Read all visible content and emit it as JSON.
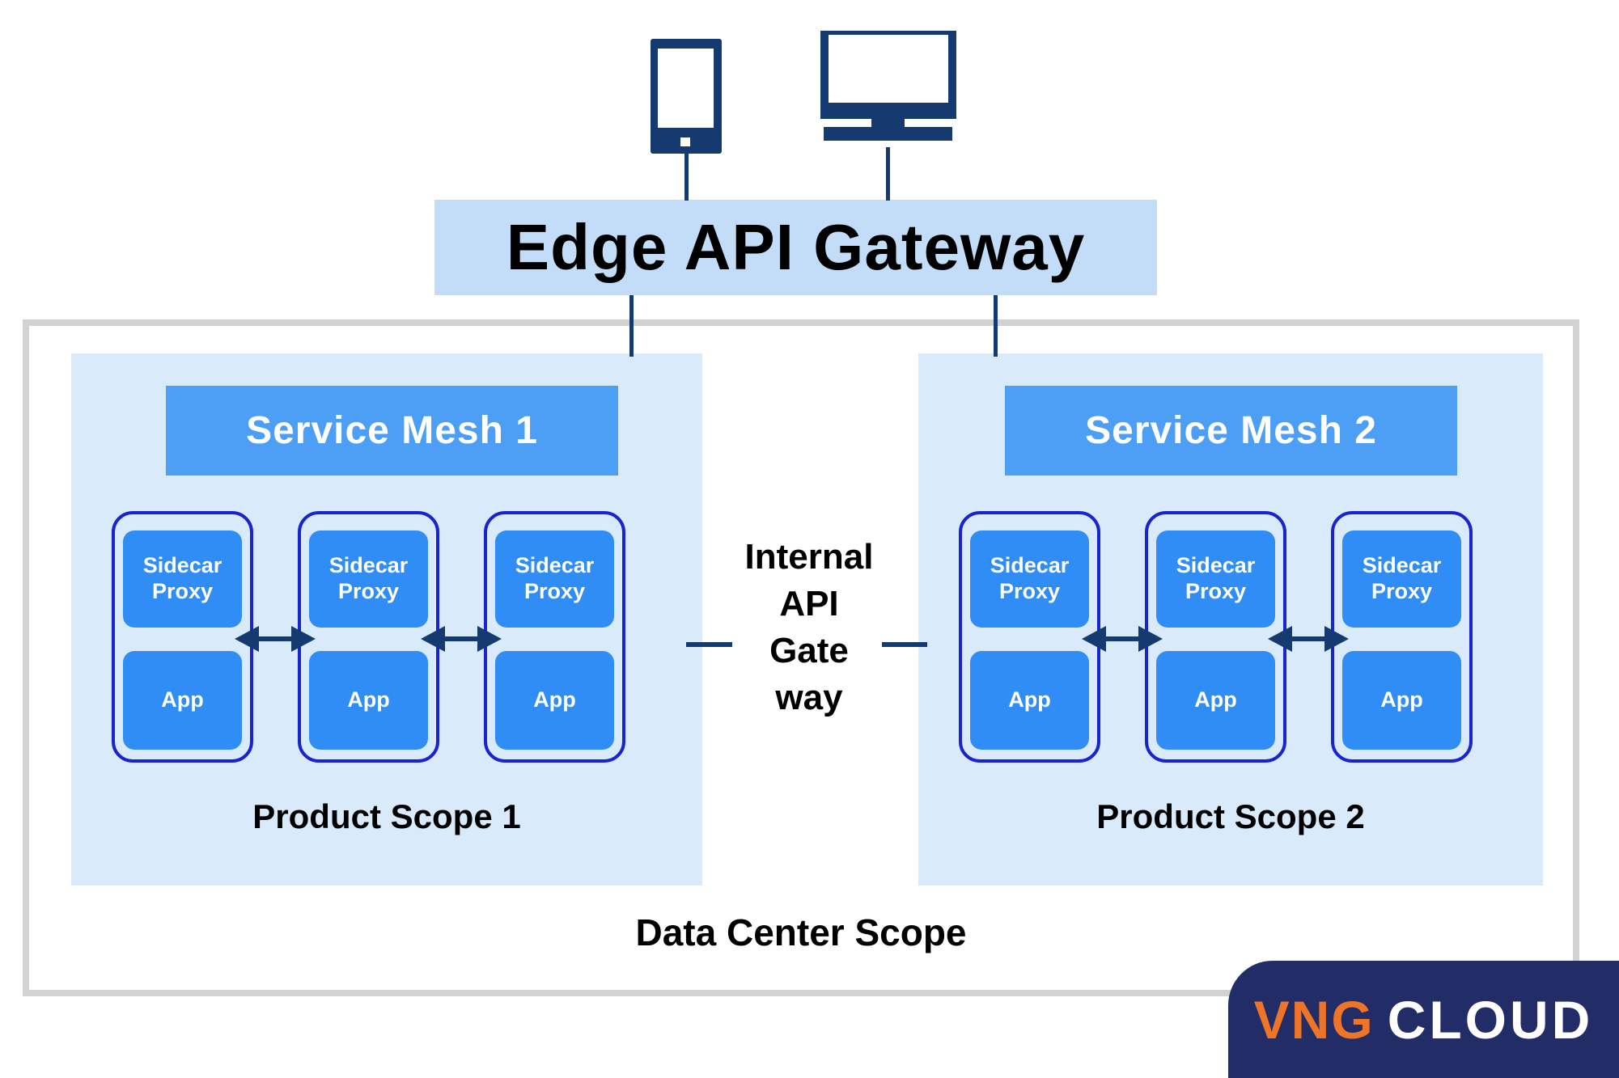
{
  "colors": {
    "navy": "#143a70",
    "banner_bg": "#c3dcf8",
    "scope_bg": "#d9eafb",
    "mesh_bg": "#4d9ef5",
    "box_bg": "#2f8df5",
    "pod_border": "#1724d0",
    "frame_gray": "#d2d2d2",
    "logo_bg": "#222c66",
    "logo_orange": "#ee7428",
    "text_dark": "#000000"
  },
  "icons": {
    "tablet": "tablet-device-icon",
    "monitor": "desktop-monitor-icon",
    "arrows": "double-headed-arrow-icon"
  },
  "edge_gateway": {
    "label": "Edge API Gateway"
  },
  "internal_gateway": {
    "lines": [
      "Internal",
      "API",
      "Gate",
      "way"
    ]
  },
  "data_center": {
    "label": "Data Center Scope"
  },
  "product_scopes": [
    {
      "mesh_label": "Service Mesh 1",
      "scope_label": "Product Scope 1",
      "pods": [
        {
          "proxy_label": "Sidecar Proxy",
          "app_label": "App"
        },
        {
          "proxy_label": "Sidecar Proxy",
          "app_label": "App"
        },
        {
          "proxy_label": "Sidecar Proxy",
          "app_label": "App"
        }
      ]
    },
    {
      "mesh_label": "Service Mesh 2",
      "scope_label": "Product Scope 2",
      "pods": [
        {
          "proxy_label": "Sidecar Proxy",
          "app_label": "App"
        },
        {
          "proxy_label": "Sidecar Proxy",
          "app_label": "App"
        },
        {
          "proxy_label": "Sidecar Proxy",
          "app_label": "App"
        }
      ]
    }
  ],
  "logo": {
    "brand": "VNG",
    "product": "CLOUD"
  }
}
